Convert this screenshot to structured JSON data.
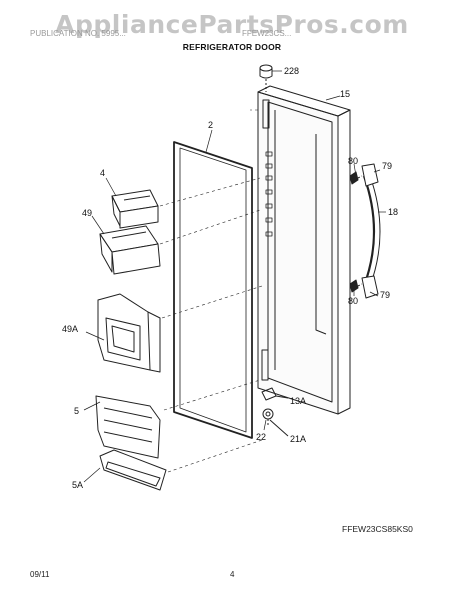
{
  "watermark": "AppliancePartsPros.com",
  "header": {
    "left_faint": "PUBLICATION NO. 5995...",
    "right_faint": "FFEW23CS..."
  },
  "title": "REFRIGERATOR DOOR",
  "callouts": {
    "c228": "228",
    "c15": "15",
    "c2": "2",
    "c4": "4",
    "c49": "49",
    "c80a": "80",
    "c79a": "79",
    "c18": "18",
    "c80b": "80",
    "c79b": "79",
    "c49a": "49A",
    "c13a": "13A",
    "c5": "5",
    "c22": "22",
    "c21a": "21A",
    "c5a": "5A"
  },
  "model_number": "FFEW23CS85KS0",
  "footer": {
    "date": "09/11",
    "page": "4"
  }
}
